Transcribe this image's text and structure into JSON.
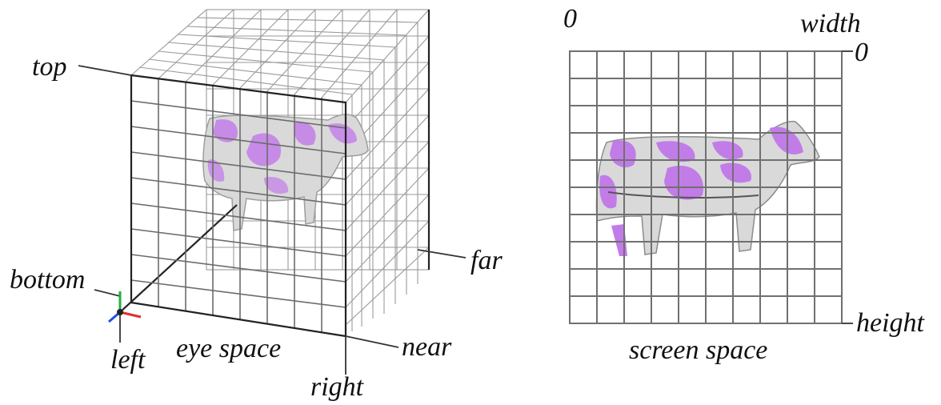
{
  "eye_space": {
    "caption": "eye space",
    "labels": {
      "top": "top",
      "bottom": "bottom",
      "left": "left",
      "right": "right",
      "near": "near",
      "far": "far"
    }
  },
  "screen_space": {
    "caption": "screen space",
    "labels": {
      "origin_x": "0",
      "width": "width",
      "origin_y": "0",
      "height": "height"
    }
  },
  "colors": {
    "cow_body": "#d9d9d9",
    "cow_spots": "#c27ce8",
    "axis_x": "#e03030",
    "axis_y": "#20b040",
    "axis_z": "#2050e0"
  }
}
